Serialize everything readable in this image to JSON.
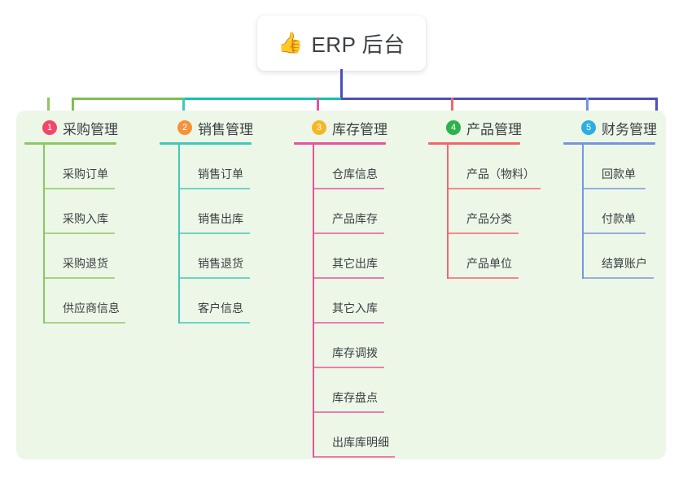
{
  "root": {
    "emoji": "👍",
    "emoji_name": "thumbs-up-icon",
    "title": "ERP 后台"
  },
  "panel": {
    "background": "#edf7e8"
  },
  "connector": {
    "trunk_color": "#4a4fc0",
    "segments": [
      {
        "name": "green-segment",
        "color": "#7cc04a"
      },
      {
        "name": "teal-segment",
        "color": "#12c2ad"
      },
      {
        "name": "blue-segment",
        "color": "#4a4fc0"
      }
    ]
  },
  "branches": [
    {
      "number": "1",
      "label": "采购管理",
      "badge_color": "#f0476a",
      "line_color": "#8cc762",
      "head_rule_width": 113,
      "items": [
        {
          "label": "采购订单",
          "rule_width": 88
        },
        {
          "label": "采购入库",
          "rule_width": 88
        },
        {
          "label": "采购退货",
          "rule_width": 88
        },
        {
          "label": "供应商信息",
          "rule_width": 101
        }
      ]
    },
    {
      "number": "2",
      "label": "销售管理",
      "badge_color": "#f5933a",
      "line_color": "#3fc9b8",
      "head_rule_width": 113,
      "items": [
        {
          "label": "销售订单",
          "rule_width": 88
        },
        {
          "label": "销售出库",
          "rule_width": 88
        },
        {
          "label": "销售退货",
          "rule_width": 88
        },
        {
          "label": "客户信息",
          "rule_width": 88
        }
      ]
    },
    {
      "number": "3",
      "label": "库存管理",
      "badge_color": "#f5b825",
      "line_color": "#e8529e",
      "head_rule_width": 113,
      "items": [
        {
          "label": "仓库信息",
          "rule_width": 88
        },
        {
          "label": "产品库存",
          "rule_width": 88
        },
        {
          "label": "其它出库",
          "rule_width": 88
        },
        {
          "label": "其它入库",
          "rule_width": 88
        },
        {
          "label": "库存调拨",
          "rule_width": 88
        },
        {
          "label": "库存盘点",
          "rule_width": 88
        },
        {
          "label": "出库库明细",
          "rule_width": 101
        }
      ]
    },
    {
      "number": "4",
      "label": "产品管理",
      "badge_color": "#2cb24a",
      "line_color": "#f4666a",
      "head_rule_width": 113,
      "items": [
        {
          "label": "产品（物料）",
          "rule_width": 115
        },
        {
          "label": "产品分类",
          "rule_width": 88
        },
        {
          "label": "产品单位",
          "rule_width": 88
        }
      ]
    },
    {
      "number": "5",
      "label": "财务管理",
      "badge_color": "#2eaee0",
      "line_color": "#7795dd",
      "head_rule_width": 113,
      "items": [
        {
          "label": "回款单",
          "rule_width": 78
        },
        {
          "label": "付款单",
          "rule_width": 78
        },
        {
          "label": "结算账户",
          "rule_width": 88
        }
      ]
    }
  ]
}
